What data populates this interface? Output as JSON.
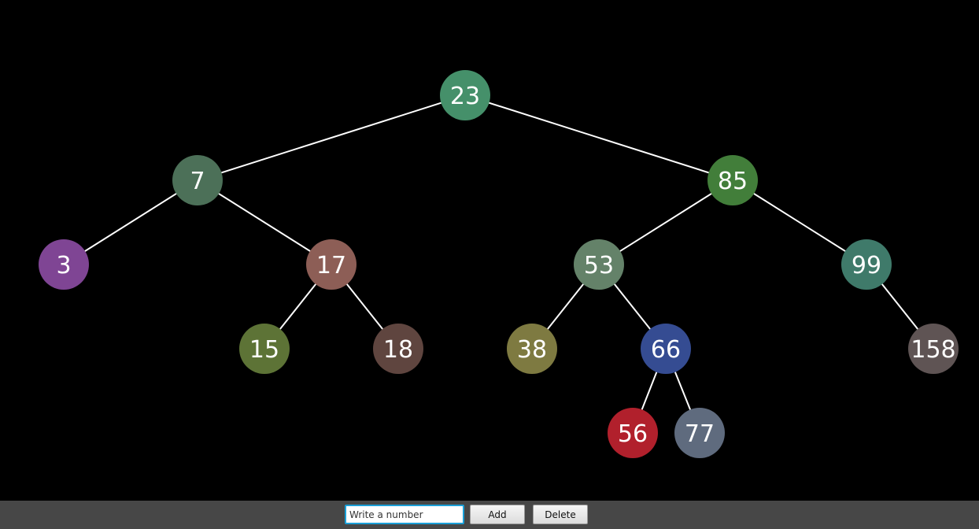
{
  "tree": {
    "edge_color": "#ffffff",
    "nodes": [
      {
        "value": "23",
        "color": "#45906a"
      },
      {
        "value": "7",
        "color": "#4c7058"
      },
      {
        "value": "85",
        "color": "#427e3a"
      },
      {
        "value": "3",
        "color": "#7f4594"
      },
      {
        "value": "17",
        "color": "#8d5e56"
      },
      {
        "value": "53",
        "color": "#648269"
      },
      {
        "value": "99",
        "color": "#3f7a6a"
      },
      {
        "value": "15",
        "color": "#5d7336"
      },
      {
        "value": "18",
        "color": "#5f453f"
      },
      {
        "value": "38",
        "color": "#7e7a41"
      },
      {
        "value": "66",
        "color": "#354c92"
      },
      {
        "value": "158",
        "color": "#5f5454"
      },
      {
        "value": "56",
        "color": "#b1202c"
      },
      {
        "value": "77",
        "color": "#5f6b7e"
      }
    ],
    "edges": [
      [
        "23",
        "7"
      ],
      [
        "23",
        "85"
      ],
      [
        "7",
        "3"
      ],
      [
        "7",
        "17"
      ],
      [
        "17",
        "15"
      ],
      [
        "17",
        "18"
      ],
      [
        "85",
        "53"
      ],
      [
        "85",
        "99"
      ],
      [
        "53",
        "38"
      ],
      [
        "53",
        "66"
      ],
      [
        "66",
        "56"
      ],
      [
        "66",
        "77"
      ],
      [
        "99",
        "158"
      ]
    ]
  },
  "toolbar": {
    "input_placeholder": "Write a number",
    "input_value": "",
    "add_label": "Add",
    "delete_label": "Delete"
  }
}
